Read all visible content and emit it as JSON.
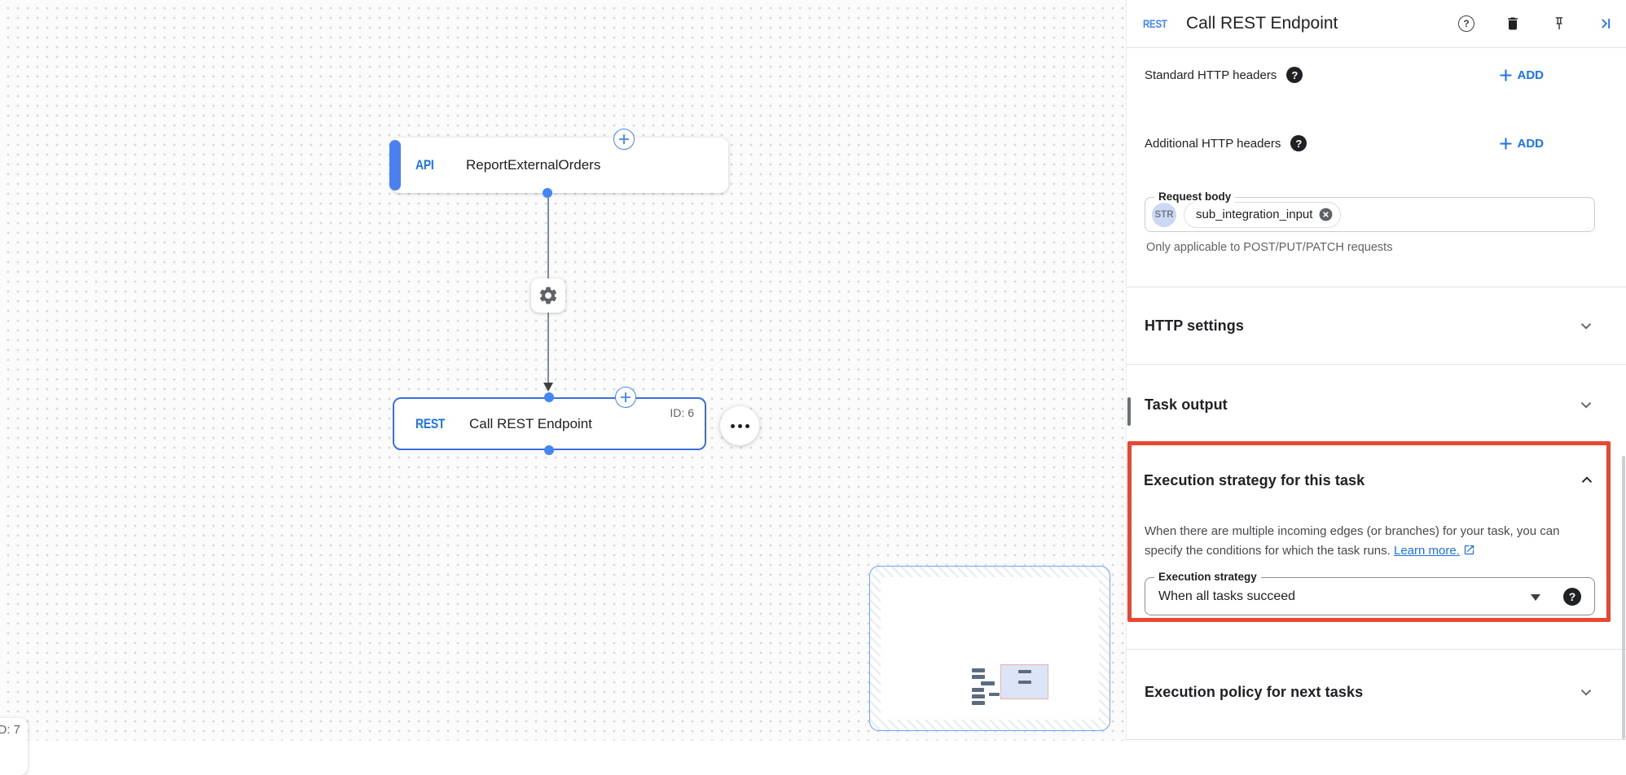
{
  "panel": {
    "header": {
      "badge": "REST",
      "title": "Call REST Endpoint"
    },
    "standard_headers": {
      "label": "Standard HTTP headers",
      "add_label": "ADD"
    },
    "additional_headers": {
      "label": "Additional HTTP headers",
      "add_label": "ADD"
    },
    "request_body": {
      "label": "Request body",
      "type_chip": "STR",
      "value_chip": "sub_integration_input",
      "helper": "Only applicable to POST/PUT/PATCH requests"
    },
    "http_settings_label": "HTTP settings",
    "task_output_label": "Task output",
    "execution_strategy": {
      "title": "Execution strategy for this task",
      "description": "When there are multiple incoming edges (or branches) for your task, you can specify the conditions for which the task runs.",
      "learn_more_label": "Learn more.",
      "field_label": "Execution strategy",
      "selected_value": "When all tasks succeed"
    },
    "execution_policy_label": "Execution policy for next tasks"
  },
  "canvas": {
    "api_node": {
      "badge": "API",
      "label": "ReportExternalOrders"
    },
    "rest_node": {
      "badge": "REST",
      "label": "Call REST Endpoint",
      "id_label": "ID: 6"
    },
    "partial_node": {
      "id_label": "D: 7"
    }
  },
  "icons": {
    "question_mark": "?"
  },
  "colors": {
    "accent_blue": "#1a73e8",
    "node_blue": "#3b6de4",
    "highlight_red": "#e94731"
  }
}
